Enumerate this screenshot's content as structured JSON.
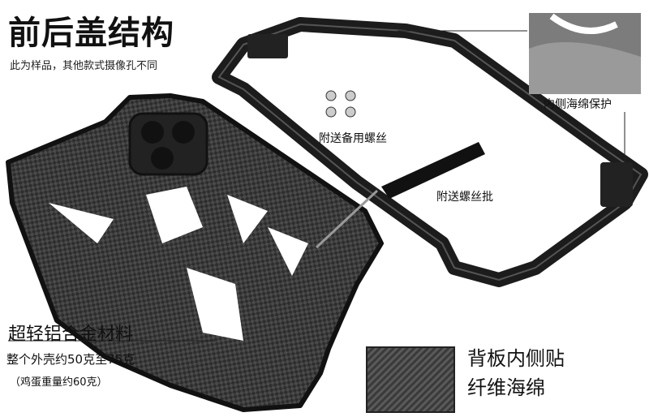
{
  "header": {
    "title": "前后盖结构",
    "subtitle": "此为样品，其他款式摄像孔不同"
  },
  "callouts": {
    "sponge": "内侧海绵保护",
    "spare_screws": "附送备用螺丝",
    "screwdriver": "附送螺丝批"
  },
  "material": {
    "name": "超轻铝合金材料",
    "weight": "整个外壳约50克至75克",
    "egg_compare": "（鸡蛋重量约60克）"
  },
  "backplate": {
    "line1": "背板内侧贴",
    "line2": "纤维海绵"
  },
  "colors": {
    "frame": "#1a1a1a",
    "carbon": "#3a3a3a",
    "sponge": "#8a8a8a"
  }
}
